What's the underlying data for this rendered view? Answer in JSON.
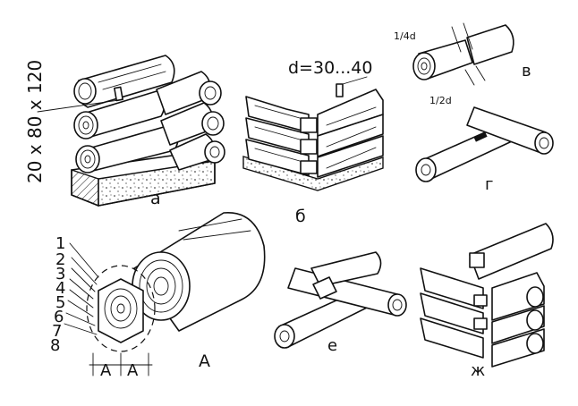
{
  "labels": {
    "fig_a": "а",
    "fig_b": "б",
    "fig_v": "в",
    "fig_g": "г",
    "fig_A": "А",
    "fig_e": "е",
    "fig_zh": "ж",
    "dowel_size": "20 x 80 x 120",
    "diameter": "d=30...40",
    "quarter_d": "1/4d",
    "half_d": "1/2d",
    "dim_A_left": "А",
    "dim_A_right": "А",
    "num_1": "1",
    "num_2": "2",
    "num_3": "3",
    "num_4": "4",
    "num_5": "5",
    "num_6": "6",
    "num_7": "7",
    "num_8": "8"
  },
  "colors": {
    "ink": "#111111",
    "paper": "#ffffff"
  }
}
